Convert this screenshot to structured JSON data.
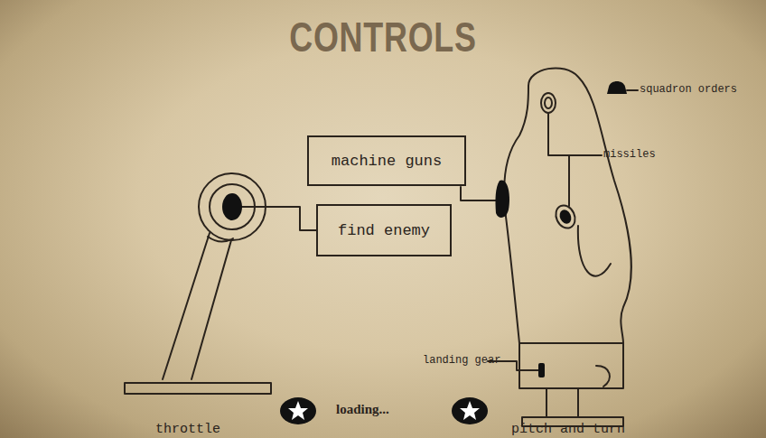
{
  "diagram": {
    "title": "CONTROLS",
    "nodes": [
      {
        "text": [
          "machine guns"
        ]
      },
      {
        "text": [
          "find enemy"
        ]
      }
    ],
    "labels": [
      "squadron orders",
      "missiles",
      "landing gear",
      "throttle",
      "loading...",
      "pitch and turn"
    ]
  }
}
